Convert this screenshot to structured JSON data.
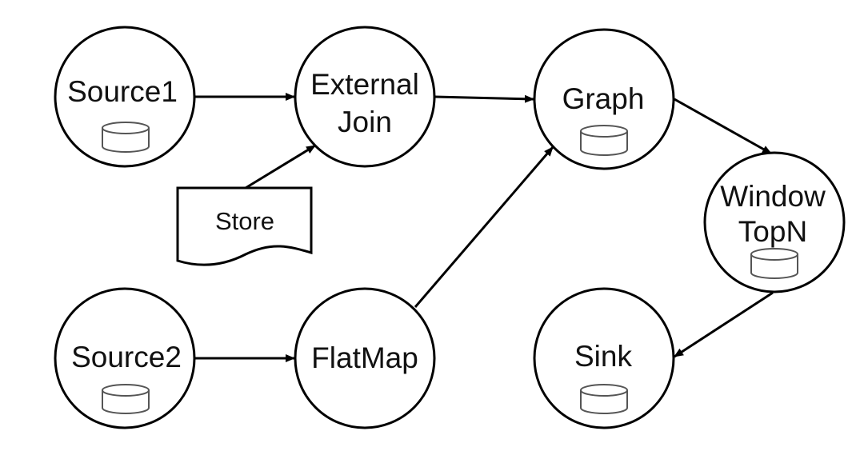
{
  "nodes": {
    "source1": {
      "label": "Source1",
      "has_state": true
    },
    "external_join": {
      "label_line1": "External",
      "label_line2": "Join",
      "has_state": false
    },
    "graph": {
      "label": "Graph",
      "has_state": true
    },
    "window_topn": {
      "label_line1": "Window",
      "label_line2": "TopN",
      "has_state": true
    },
    "source2": {
      "label": "Source2",
      "has_state": true
    },
    "flatmap": {
      "label": "FlatMap",
      "has_state": false
    },
    "sink": {
      "label": "Sink",
      "has_state": true
    }
  },
  "store": {
    "label": "Store"
  },
  "edges": [
    {
      "from": "Source1",
      "to": "External Join"
    },
    {
      "from": "Store",
      "to": "External Join"
    },
    {
      "from": "External Join",
      "to": "Graph"
    },
    {
      "from": "Source2",
      "to": "FlatMap"
    },
    {
      "from": "FlatMap",
      "to": "Graph"
    },
    {
      "from": "Graph",
      "to": "Window TopN"
    },
    {
      "from": "Window TopN",
      "to": "Sink"
    }
  ],
  "colors": {
    "stroke": "#000000",
    "db_stroke": "#555555",
    "background": "#ffffff"
  }
}
